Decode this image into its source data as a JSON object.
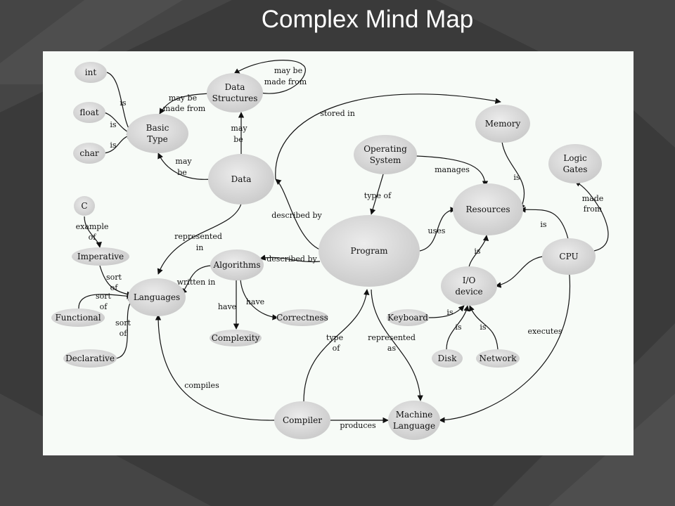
{
  "title": "Complex Mind Map",
  "colors": {
    "background": "#3a3a3a",
    "panel": "#f7fbf7",
    "node_fill": "#dcdcdc",
    "edge": "#111111"
  },
  "nodes": {
    "int": [
      "int"
    ],
    "float": [
      "float"
    ],
    "char": [
      "char"
    ],
    "basic_type": [
      "Basic",
      "Type"
    ],
    "data_structures": [
      "Data",
      "Structures"
    ],
    "data": [
      "Data"
    ],
    "memory": [
      "Memory"
    ],
    "operating_system": [
      "Operating",
      "System"
    ],
    "logic_gates": [
      "Logic",
      "Gates"
    ],
    "resources": [
      "Resources"
    ],
    "c": [
      "C"
    ],
    "imperative": [
      "Imperative"
    ],
    "program": [
      "Program"
    ],
    "algorithms": [
      "Algorithms"
    ],
    "cpu": [
      "CPU"
    ],
    "io_device": [
      "I/O",
      "device"
    ],
    "languages": [
      "Languages"
    ],
    "functional": [
      "Functional"
    ],
    "correctness": [
      "Correctness"
    ],
    "keyboard": [
      "Keyboard"
    ],
    "complexity": [
      "Complexity"
    ],
    "declarative": [
      "Declarative"
    ],
    "disk": [
      "Disk"
    ],
    "network": [
      "Network"
    ],
    "compiler": [
      "Compiler"
    ],
    "machine_language": [
      "Machine",
      "Language"
    ]
  },
  "edge_labels": {
    "int_is": [
      "is"
    ],
    "float_is": [
      "is"
    ],
    "char_is": [
      "is"
    ],
    "ds_may_be_made_from": [
      "may be",
      "made from"
    ],
    "ds_self_may_be_made_from": [
      "may be",
      "made from"
    ],
    "data_may_be_ds": [
      "may",
      "be"
    ],
    "data_may_be_basic": [
      "may",
      "be"
    ],
    "stored_in": [
      "stored in"
    ],
    "memory_is": [
      "is"
    ],
    "manages": [
      "manages"
    ],
    "type_of_os": [
      "type of"
    ],
    "made_from": [
      "made",
      "from"
    ],
    "cpu_is": [
      "is"
    ],
    "uses": [
      "uses"
    ],
    "io_is": [
      "is"
    ],
    "described_by_data": [
      "described by"
    ],
    "described_by_alg": [
      "described by"
    ],
    "c_example_of": [
      "example",
      "of"
    ],
    "represented_in": [
      "represented",
      "in"
    ],
    "written_in": [
      "written in"
    ],
    "imperative_sort_of": [
      "sort",
      "of"
    ],
    "functional_sort_of": [
      "sort",
      "of"
    ],
    "declarative_sort_of": [
      "sort",
      "of"
    ],
    "alg_have_correctness": [
      "have"
    ],
    "alg_have_complexity": [
      "have"
    ],
    "keyboard_is": [
      "is"
    ],
    "disk_is": [
      "is"
    ],
    "network_is": [
      "is"
    ],
    "executes": [
      "executes"
    ],
    "compiler_type_of": [
      "type",
      "of"
    ],
    "represented_as": [
      "represented",
      "as"
    ],
    "compiles": [
      "compiles"
    ],
    "produces": [
      "produces"
    ]
  }
}
